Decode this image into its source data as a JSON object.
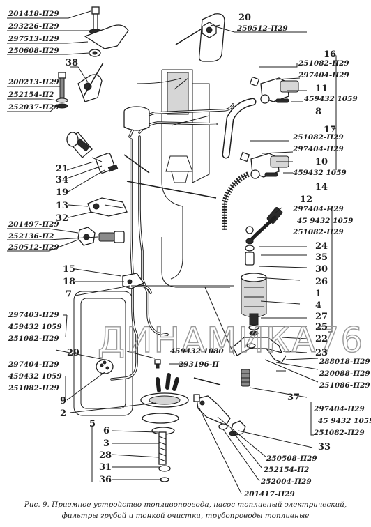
{
  "caption": {
    "line1": "Рис. 9. Приемное устройство топливопровода, насос топливный электрический,",
    "line2": "фильтры грубой и тонкой очистки, трубопроводы топливные"
  },
  "watermark": "ДИНАМИКА76",
  "part_numbers": {
    "p201418": "201418-П29",
    "p293226": "293226-П29",
    "p297513": "297513-П29",
    "p250608": "250608-П29",
    "p250512_top": "250512-П29",
    "p200213": "200213-П29",
    "p252154_left": "252154-П2",
    "p252037": "252037-П29",
    "p251082_r1": "251082-П29",
    "p297404_r1": "297404-П29",
    "p459432_r1": "459432 1059",
    "p251082_r2": "251082-П29",
    "p297404_r2": "297404-П29",
    "p459432_r2": "459432 1059",
    "p297404_r3": "297404-П29",
    "p459432_r3": "45 9432 1059",
    "p251082_r3": "251082-П29",
    "p201497": "201497-П29",
    "p252136": "252136-П2",
    "p250512_mid": "250512-П29",
    "p297403_l": "297403-П29",
    "p459432_l1": "459432 1059",
    "p251082_l1": "251082-П29",
    "p297404_l2": "297404-П29",
    "p459432_l2": "459432 1059",
    "p251082_l2": "251082-П29",
    "p459432_1080": "459432 1080",
    "p293196": "293196-П",
    "p288018": "288018-П29",
    "p220088": "220088-П29",
    "p251086": "251086-П29",
    "p297404_r4": "297404-П29",
    "p459432_r4": "45 9432 1059",
    "p251082_r4": "251082-П29",
    "p250508": "250508-П29",
    "p252154_bot": "252154-П2",
    "p252004": "252004-П29",
    "p201417": "201417-П29"
  },
  "callouts": {
    "n1": "1",
    "n2": "2",
    "n3": "3",
    "n4": "4",
    "n5": "5",
    "n6": "6",
    "n7": "7",
    "n8": "8",
    "n9": "9",
    "n10": "10",
    "n11": "11",
    "n12": "12",
    "n13": "13",
    "n14": "14",
    "n15": "15",
    "n16": "16",
    "n17": "17",
    "n18": "18",
    "n19": "19",
    "n20": "20",
    "n21": "21",
    "n22": "22",
    "n23": "23",
    "n24": "24",
    "n25": "25",
    "n26": "26",
    "n27": "27",
    "n28": "28",
    "n29": "29",
    "n30": "30",
    "n31": "31",
    "n32": "32",
    "n33": "33",
    "n34": "34",
    "n35": "35",
    "n36": "36",
    "n37": "37",
    "n38": "38"
  }
}
